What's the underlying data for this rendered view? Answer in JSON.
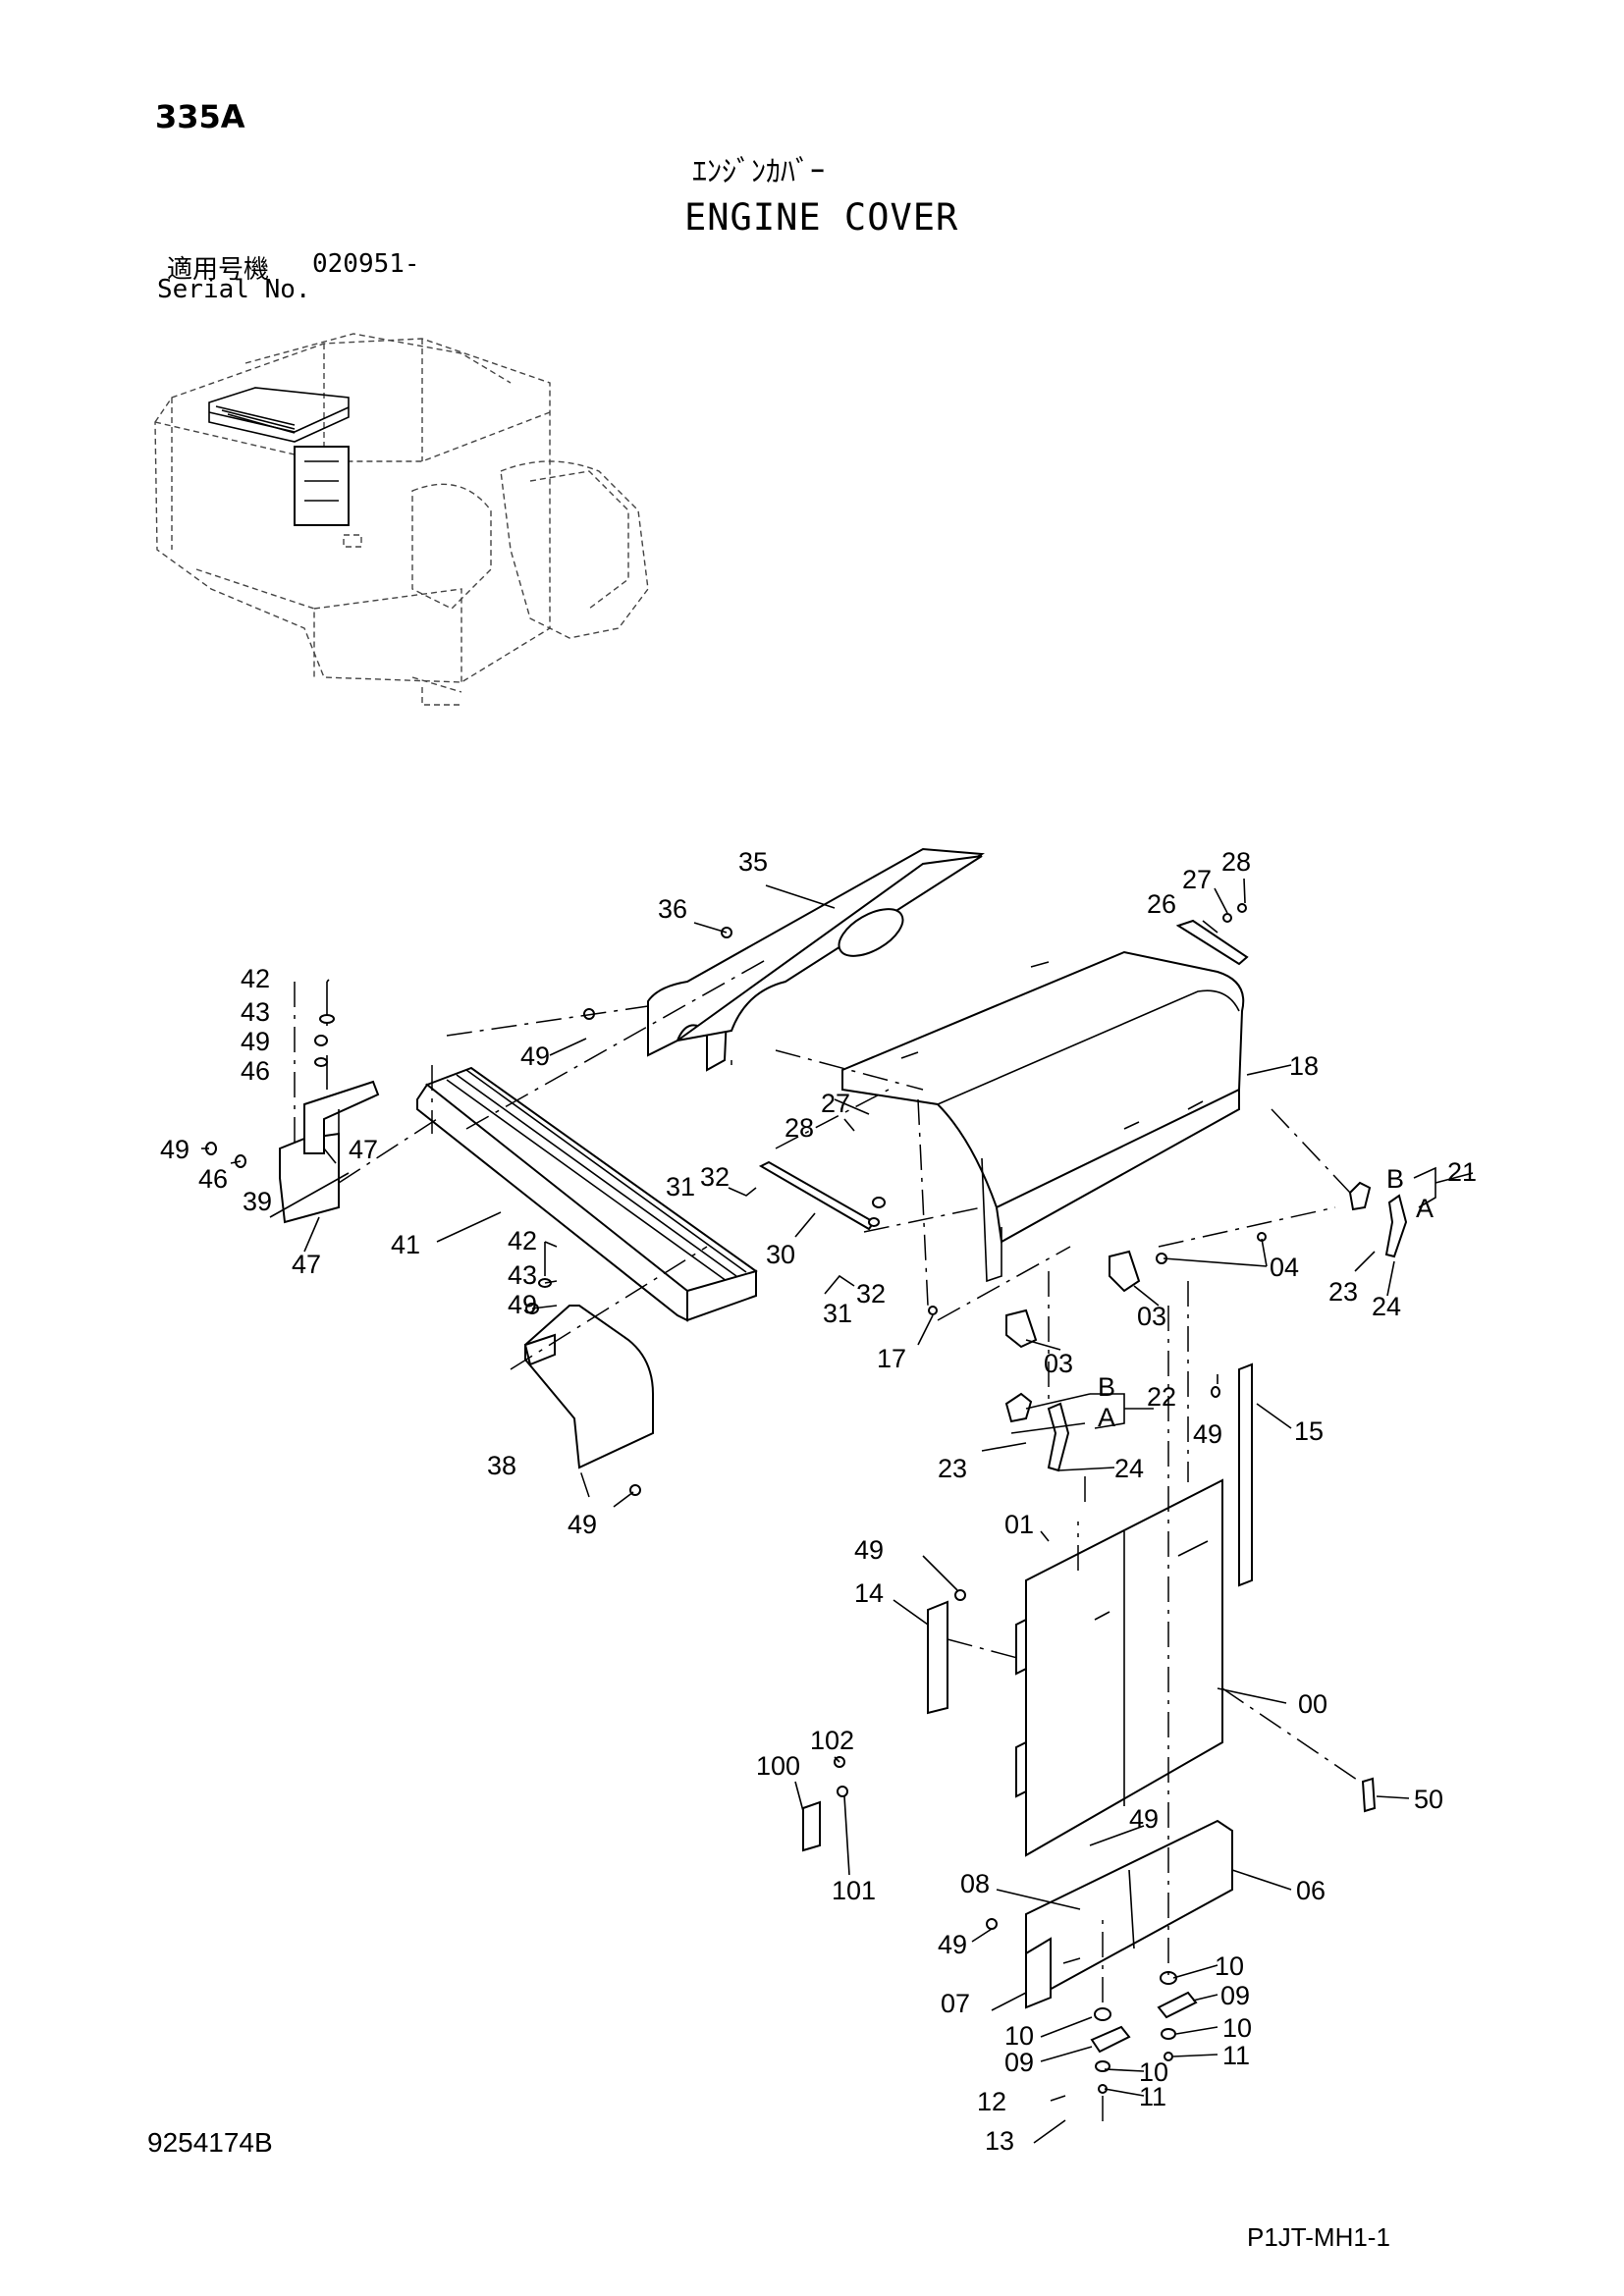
{
  "header": {
    "code": "335A",
    "title_jp": "ｴﾝｼﾞﾝｶﾊﾞｰ",
    "title_en": "ENGINE COVER",
    "serial_label_jp": "適用号機",
    "serial_value": "020951-",
    "serial_label_en": "Serial No."
  },
  "footer": {
    "doc_number": "9254174B",
    "page_ref": "P1JT-MH1-1"
  },
  "callouts": [
    {
      "id": "c35",
      "text": "35"
    },
    {
      "id": "c36",
      "text": "36"
    },
    {
      "id": "c26",
      "text": "26"
    },
    {
      "id": "c27a",
      "text": "27"
    },
    {
      "id": "c28a",
      "text": "28"
    },
    {
      "id": "c42a",
      "text": "42"
    },
    {
      "id": "c43a",
      "text": "43"
    },
    {
      "id": "c49a",
      "text": "49"
    },
    {
      "id": "c46a",
      "text": "46"
    },
    {
      "id": "c49b",
      "text": "49"
    },
    {
      "id": "c18",
      "text": "18"
    },
    {
      "id": "c49c",
      "text": "49"
    },
    {
      "id": "c46b",
      "text": "46"
    },
    {
      "id": "c47a",
      "text": "47"
    },
    {
      "id": "c39",
      "text": "39"
    },
    {
      "id": "c47b",
      "text": "47"
    },
    {
      "id": "c27b",
      "text": "27"
    },
    {
      "id": "c28b",
      "text": "28"
    },
    {
      "id": "c31a",
      "text": "31"
    },
    {
      "id": "c32a",
      "text": "32"
    },
    {
      "id": "c30",
      "text": "30"
    },
    {
      "id": "c41",
      "text": "41"
    },
    {
      "id": "c42b",
      "text": "42"
    },
    {
      "id": "c43b",
      "text": "43"
    },
    {
      "id": "c49d",
      "text": "49"
    },
    {
      "id": "c31b",
      "text": "31"
    },
    {
      "id": "c32b",
      "text": "32"
    },
    {
      "id": "c17",
      "text": "17"
    },
    {
      "id": "cB1",
      "text": "B"
    },
    {
      "id": "cA1",
      "text": "A"
    },
    {
      "id": "c21",
      "text": "21"
    },
    {
      "id": "c04",
      "text": "04"
    },
    {
      "id": "c23a",
      "text": "23"
    },
    {
      "id": "c24a",
      "text": "24"
    },
    {
      "id": "c03a",
      "text": "03"
    },
    {
      "id": "c03b",
      "text": "03"
    },
    {
      "id": "cB2",
      "text": "B"
    },
    {
      "id": "cA2",
      "text": "A"
    },
    {
      "id": "c22",
      "text": "22"
    },
    {
      "id": "c23b",
      "text": "23"
    },
    {
      "id": "c24b",
      "text": "24"
    },
    {
      "id": "c49e",
      "text": "49"
    },
    {
      "id": "c15",
      "text": "15"
    },
    {
      "id": "c38",
      "text": "38"
    },
    {
      "id": "c49f",
      "text": "49"
    },
    {
      "id": "c01",
      "text": "01"
    },
    {
      "id": "c49g",
      "text": "49"
    },
    {
      "id": "c14",
      "text": "14"
    },
    {
      "id": "c00",
      "text": "00"
    },
    {
      "id": "c102",
      "text": "102"
    },
    {
      "id": "c100",
      "text": "100"
    },
    {
      "id": "c101",
      "text": "101"
    },
    {
      "id": "c50",
      "text": "50"
    },
    {
      "id": "c49h",
      "text": "49"
    },
    {
      "id": "c08",
      "text": "08"
    },
    {
      "id": "c06",
      "text": "06"
    },
    {
      "id": "c49i",
      "text": "49"
    },
    {
      "id": "c10a",
      "text": "10"
    },
    {
      "id": "c09a",
      "text": "09"
    },
    {
      "id": "c07",
      "text": "07"
    },
    {
      "id": "c10b",
      "text": "10"
    },
    {
      "id": "c10c",
      "text": "10"
    },
    {
      "id": "c09b",
      "text": "09"
    },
    {
      "id": "c11a",
      "text": "11"
    },
    {
      "id": "c10d",
      "text": "10"
    },
    {
      "id": "c12",
      "text": "12"
    },
    {
      "id": "c11b",
      "text": "11"
    },
    {
      "id": "c13",
      "text": "13"
    }
  ]
}
